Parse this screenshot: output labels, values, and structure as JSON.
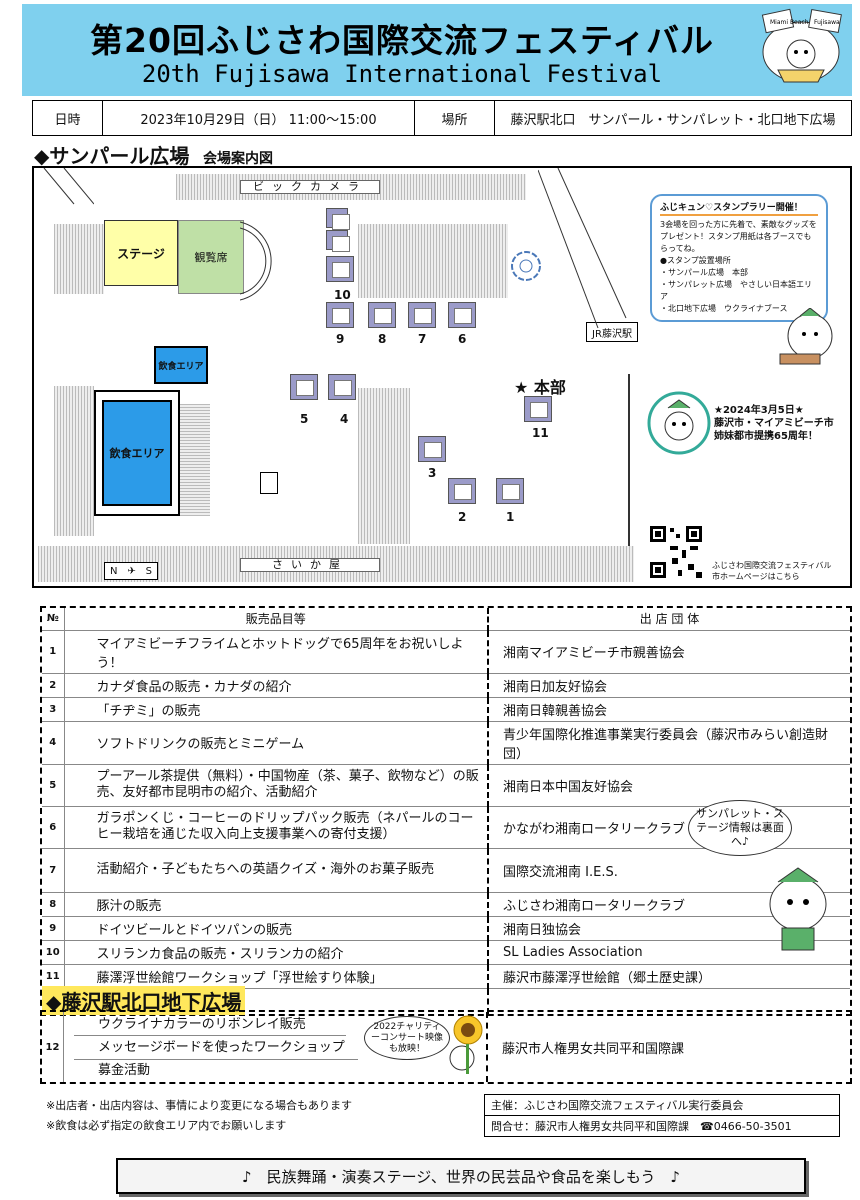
{
  "header": {
    "title_jp": "第20回ふじさわ国際交流フェスティバル",
    "title_en": "20th Fujisawa International Festival",
    "logo_top": "Miami Beach",
    "logo_right": "Fujisawa"
  },
  "info": {
    "date_label": "日時",
    "date_value": "2023年10月29日（日） 11:00～15:00",
    "place_label": "場所",
    "place_value": "藤沢駅北口　サンパール・サンパレット・北口地下広場"
  },
  "map_section": {
    "title": "◆サンパール広場",
    "subtitle": "会場案内図"
  },
  "map": {
    "bic_camera": "ビックカメラ",
    "saikaya": "さいか屋",
    "stage": "ステージ",
    "audience": "観覧席",
    "food_area_small": "飲食エリア",
    "food_area_big": "飲食エリア",
    "jr_station": "JR藤沢駅",
    "hq": "★ 本部",
    "compass": "N",
    "compass_s": "S",
    "booths": [
      "1",
      "2",
      "3",
      "4",
      "5",
      "6",
      "7",
      "8",
      "9",
      "10",
      "11"
    ],
    "stamp_title": "ふじキュン♡スタンプラリー開催！",
    "stamp_body": "3会場を回った方に先着で、素敵なグッズをプレゼント！スタンプ用紙は各ブースでもらってね。",
    "stamp_places_title": "●スタンプ設置場所",
    "stamp_places": [
      "・サンパール広場　本部",
      "・サンパレット広場　やさしい日本語エリア",
      "・北口地下広場　ウクライナブース"
    ],
    "sister_title": "★2024年3月5日★",
    "sister_line1": "藤沢市・マイアミビーチ市",
    "sister_line2": "姉妹都市提携65周年！",
    "qr_line1": "ふじさわ国際交流フェスティバル",
    "qr_line2": "市ホームページはこちら"
  },
  "table": {
    "header_no": "№",
    "header_item": "販売品目等",
    "header_group": "出 店 団 体",
    "rows": [
      {
        "no": "1",
        "item": "マイアミビーチフライムとホットドッグで65周年をお祝いしよう！",
        "group": "湘南マイアミビーチ市親善協会"
      },
      {
        "no": "2",
        "item": "カナダ食品の販売・カナダの紹介",
        "group": "湘南日加友好協会"
      },
      {
        "no": "3",
        "item": "「チヂミ」の販売",
        "group": "湘南日韓親善協会"
      },
      {
        "no": "4",
        "item": "ソフトドリンクの販売とミニゲーム",
        "group": "青少年国際化推進事業実行委員会（藤沢市みらい創造財団）"
      },
      {
        "no": "5",
        "item": "プーアール茶提供（無料）・中国物産（茶、菓子、飲物など）の販売、友好都市昆明市の紹介、活動紹介",
        "group": "湘南日本中国友好協会"
      },
      {
        "no": "6",
        "item": "ガラポンくじ・コーヒーのドリップパック販売（ネパールのコーヒー栽培を通じた収入向上支援事業への寄付支援）",
        "group": "かながわ湘南ロータリークラブ"
      },
      {
        "no": "7",
        "item": "活動紹介・子どもたちへの英語クイズ・海外のお菓子販売",
        "group": "国際交流湘南 I.E.S."
      },
      {
        "no": "8",
        "item": "豚汁の販売",
        "group": "ふじさわ湘南ロータリークラブ"
      },
      {
        "no": "9",
        "item": "ドイツビールとドイツパンの販売",
        "group": "湘南日独協会"
      },
      {
        "no": "10",
        "item": "スリランカ食品の販売・スリランカの紹介",
        "group": "SL Ladies Association"
      },
      {
        "no": "11",
        "item": "藤澤浮世絵館ワークショップ「浮世絵すり体験」",
        "group": "藤沢市藤澤浮世絵館（郷土歴史課）"
      }
    ],
    "bubble": "サンパレット・ステージ情報は裏面へ♪"
  },
  "underground": {
    "title": "◆藤沢駅北口地下広場",
    "no": "12",
    "items": [
      "ウクライナカラーのリボンレイ販売",
      "メッセージボードを使ったワークショップ",
      "募金活動"
    ],
    "group": "藤沢市人権男女共同平和国際課",
    "charity_note": "2022チャリティーコンサート映像も放映！"
  },
  "notes": {
    "line1": "※出店者・出店内容は、事情により変更になる場合もあります",
    "line2": "※飲食は必ず指定の飲食エリア内でお願いします"
  },
  "organizer": {
    "host": "主催：ふじさわ国際交流フェスティバル実行委員会",
    "contact": "問合せ：藤沢市人権男女共同平和国際課　☎0466-50-3501"
  },
  "banner": "♪　民族舞踊・演奏ステージ、世界の民芸品や食品を楽しもう　♪"
}
